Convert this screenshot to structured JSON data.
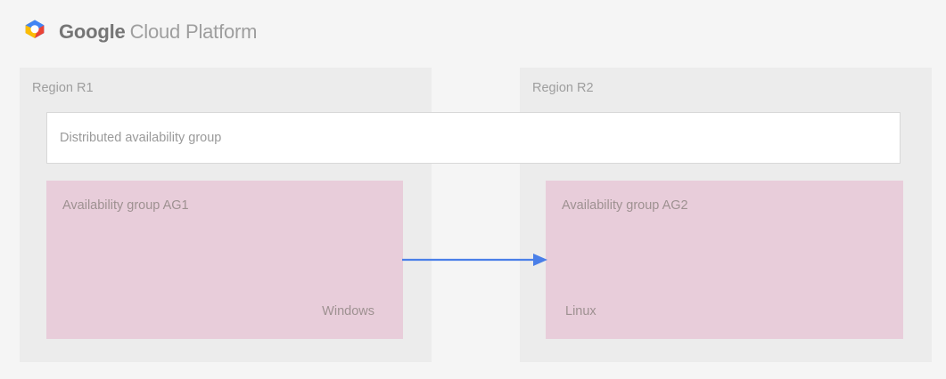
{
  "brand": {
    "logo_icon": "google-cloud-hexagon-logo",
    "name_bold": "Google",
    "name_rest": "Cloud Platform"
  },
  "colors": {
    "page_background": "#f5f5f5",
    "region_panel": "#ececec",
    "availability_group": "#e8cdda",
    "distributed_group_box": "#ffffff",
    "distributed_group_border": "#d8d8d8",
    "arrow": "#4a7fe8",
    "label_text": "#9e9e9e",
    "pink_box_text": "#9e9191",
    "brand_bold_text": "#757575",
    "brand_light_text": "#9e9e9e"
  },
  "regions": [
    {
      "id": "r1",
      "label": "Region R1",
      "availability_group": {
        "title": "Availability group AG1",
        "os": "Windows"
      }
    },
    {
      "id": "r2",
      "label": "Region R2",
      "availability_group": {
        "title": "Availability group AG2",
        "os": "Linux"
      }
    }
  ],
  "distributed_group": {
    "label": "Distributed availability group"
  },
  "arrow": {
    "icon": "arrow-right-icon",
    "direction": "right",
    "from": "Availability group AG1",
    "to": "Availability group AG2"
  }
}
